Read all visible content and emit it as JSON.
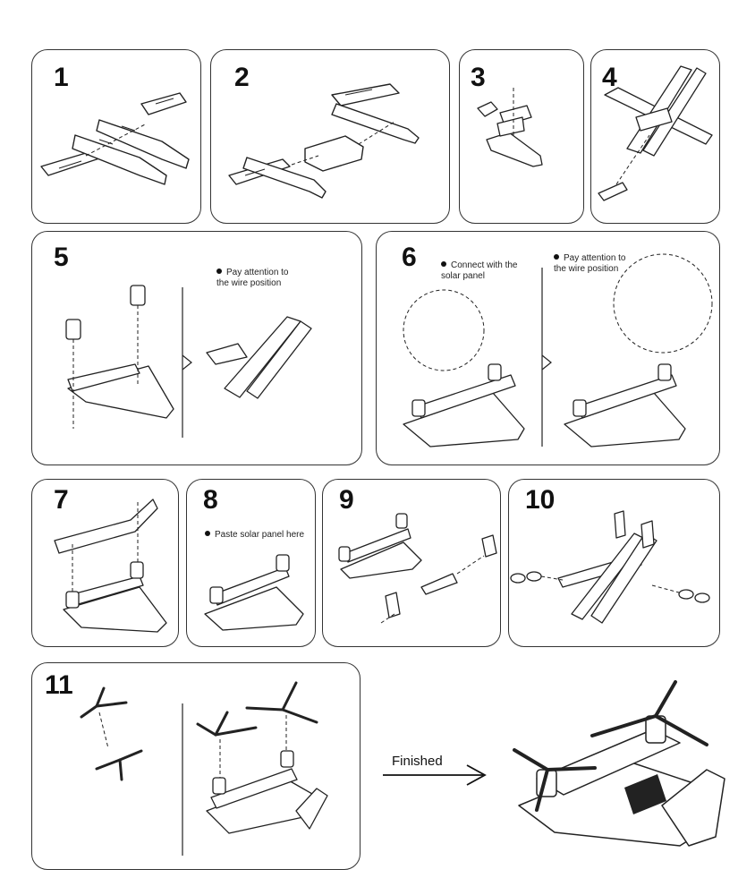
{
  "steps": [
    {
      "number": "1"
    },
    {
      "number": "2"
    },
    {
      "number": "3"
    },
    {
      "number": "4"
    },
    {
      "number": "5",
      "note": "Pay attention to\nthe wire position"
    },
    {
      "number": "6",
      "notes": [
        "Connect with the\nsolar panel",
        "Pay attention to\nthe wire position"
      ]
    },
    {
      "number": "7"
    },
    {
      "number": "8",
      "note": "Paste solar panel here"
    },
    {
      "number": "9"
    },
    {
      "number": "10"
    },
    {
      "number": "11"
    }
  ],
  "finished_label": "Finished",
  "colors": {
    "line": "#222222",
    "panel_border": "#333333",
    "background": "#ffffff"
  }
}
